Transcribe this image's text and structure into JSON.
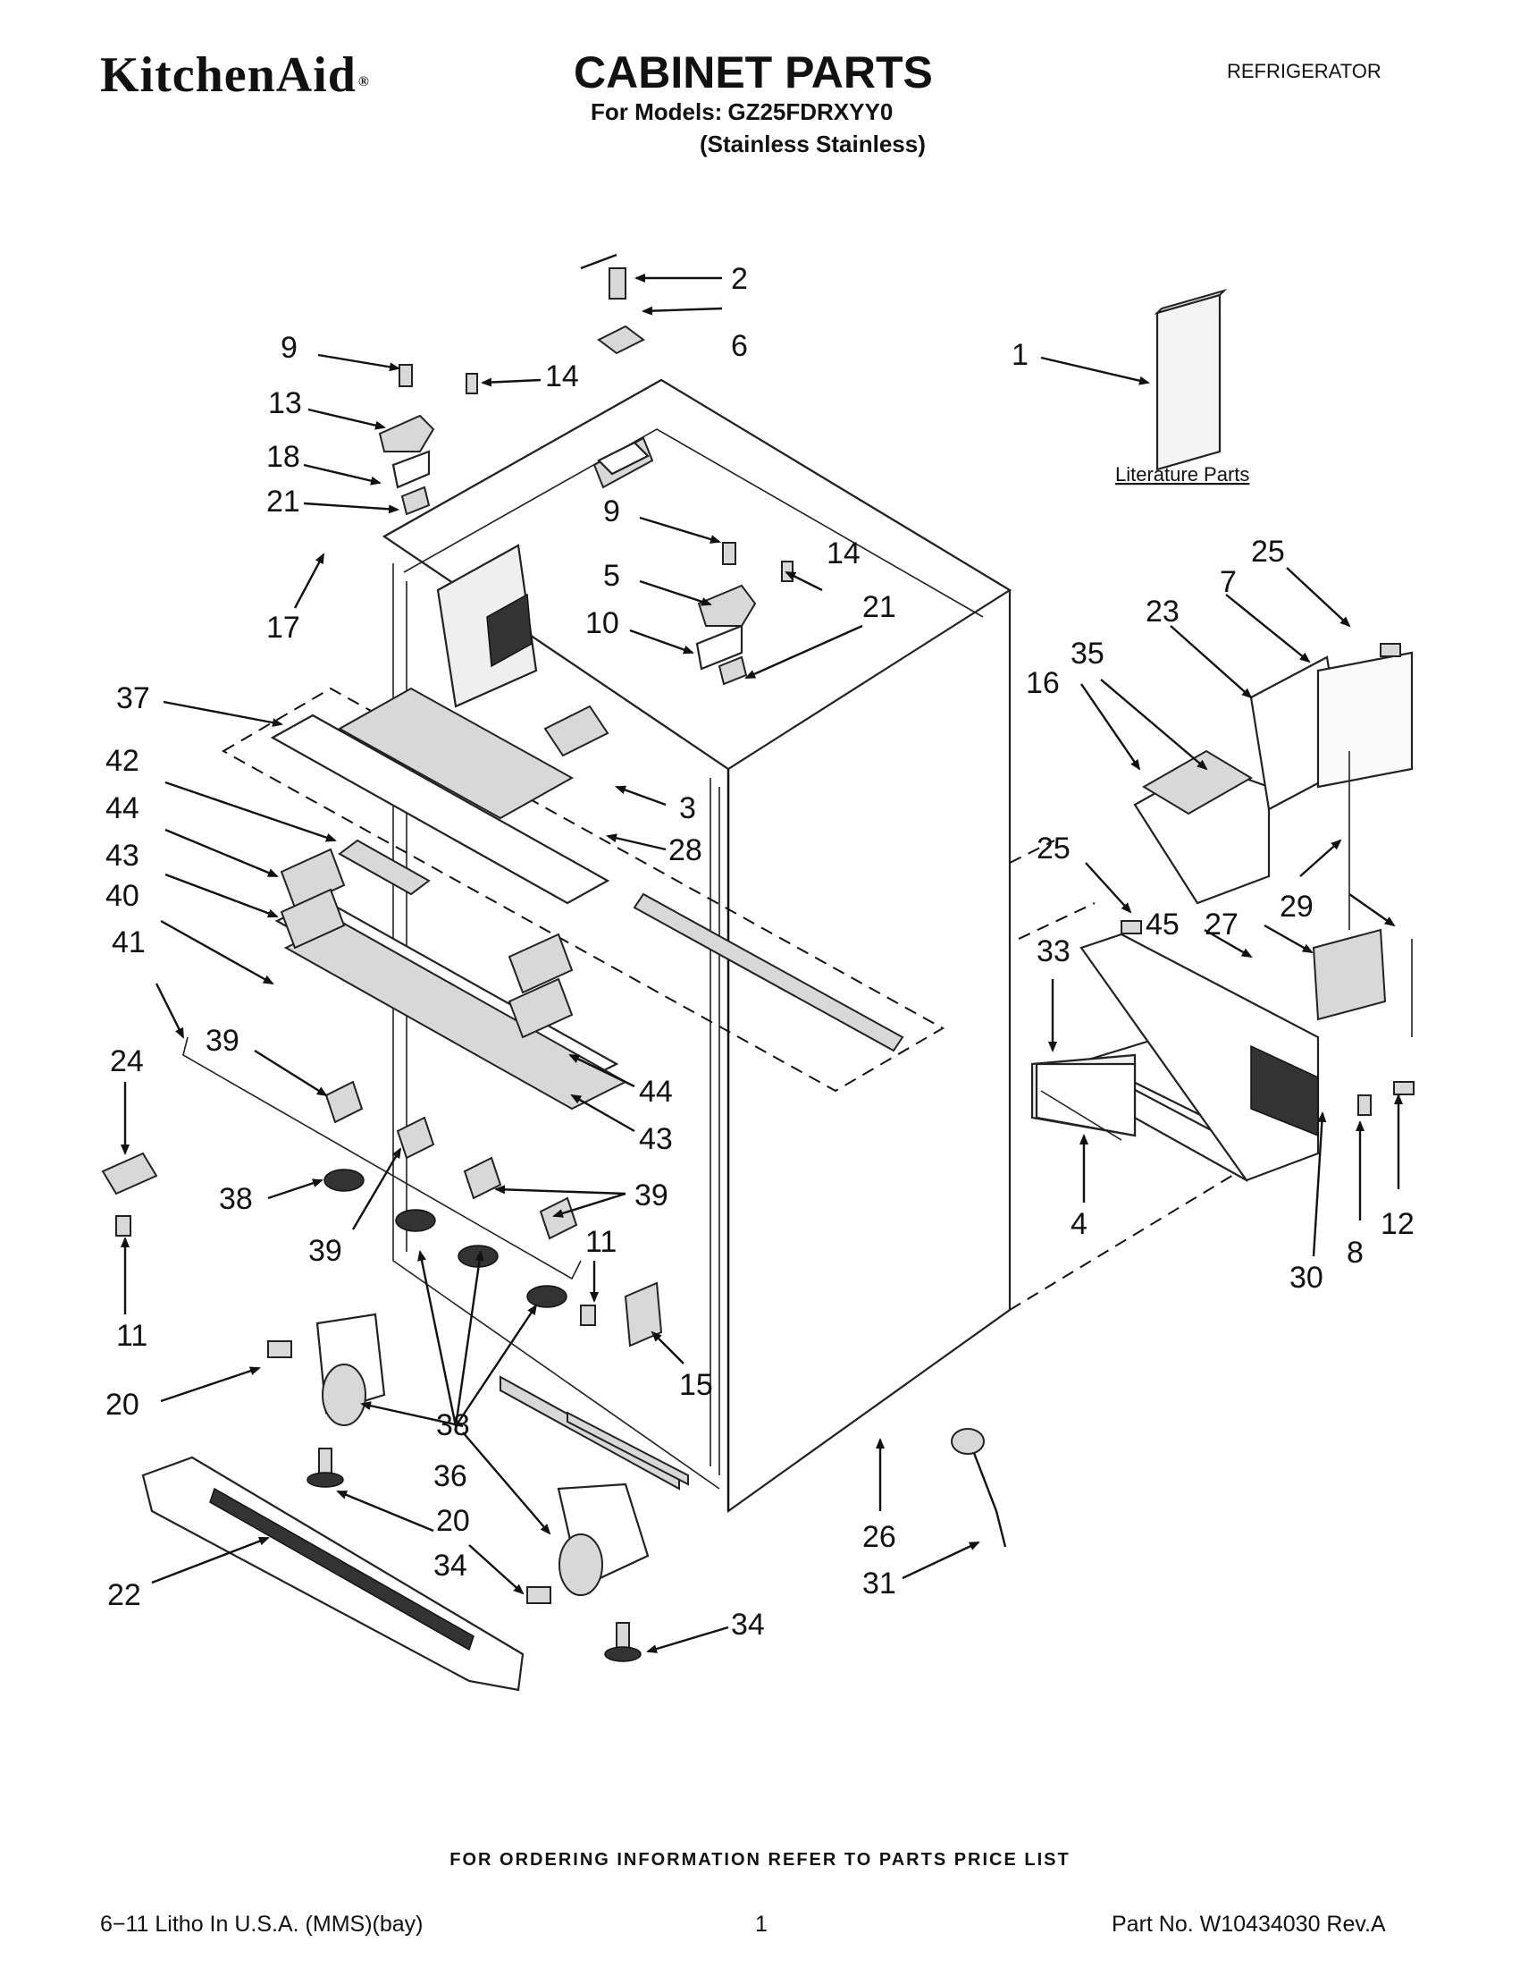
{
  "header": {
    "brand": "KitchenAid",
    "brand_mark": "®",
    "title": "CABINET PARTS",
    "category": "REFRIGERATOR",
    "models_label": "For Models:",
    "model_number": "GZ25FDRXYY0",
    "color": "(Stainless Stainless)"
  },
  "literature": {
    "label": "Literature Parts"
  },
  "callouts": {
    "c1": "1",
    "c2": "2",
    "c3": "3",
    "c4": "4",
    "c5": "5",
    "c6": "6",
    "c7": "7",
    "c8": "8",
    "c9a": "9",
    "c9b": "9",
    "c10": "10",
    "c11a": "11",
    "c11b": "11",
    "c12": "12",
    "c13": "13",
    "c14a": "14",
    "c14b": "14",
    "c15": "15",
    "c16": "16",
    "c17": "17",
    "c18": "18",
    "c20a": "20",
    "c20b": "20",
    "c21a": "21",
    "c21b": "21",
    "c22": "22",
    "c23": "23",
    "c24": "24",
    "c25a": "25",
    "c25b": "25",
    "c26": "26",
    "c27": "27",
    "c28": "28",
    "c29": "29",
    "c30": "30",
    "c31": "31",
    "c33": "33",
    "c34a": "34",
    "c34b": "34",
    "c35": "35",
    "c36": "36",
    "c37": "37",
    "c38a": "38",
    "c38b": "38",
    "c39a": "39",
    "c39b": "39",
    "c39c": "39",
    "c40": "40",
    "c41": "41",
    "c42": "42",
    "c43a": "43",
    "c43b": "43",
    "c44a": "44",
    "c44b": "44",
    "c45": "45"
  },
  "footer": {
    "note": "FOR ORDERING INFORMATION REFER TO PARTS PRICE LIST",
    "litho": "6−11 Litho In U.S.A. (MMS)(bay)",
    "page": "1",
    "part_no": "Part No. W10434030 Rev.A"
  }
}
